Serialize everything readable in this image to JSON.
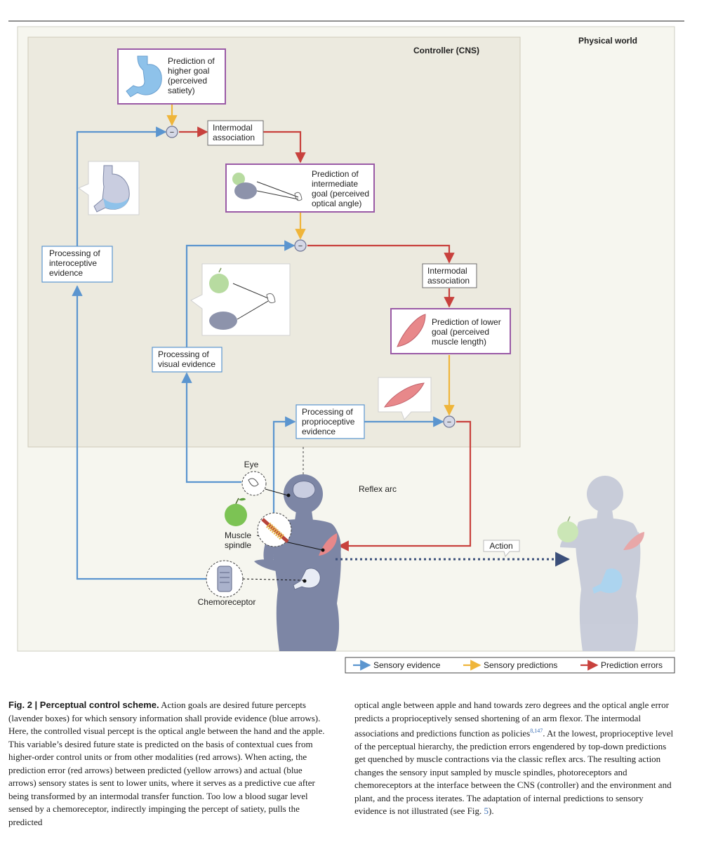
{
  "regions": {
    "physical_world": "Physical world",
    "controller": "Controller (CNS)"
  },
  "boxes": {
    "higher_goal": [
      "Prediction of",
      "higher goal",
      "(perceived",
      "satiety)"
    ],
    "intermodal_1": [
      "Intermodal",
      "association"
    ],
    "intermediate_goal": [
      "Prediction of",
      "intermediate",
      "goal (perceived",
      "optical angle)"
    ],
    "interoceptive": [
      "Processing of",
      "interoceptive",
      "evidence"
    ],
    "intermodal_2": [
      "Intermodal",
      "association"
    ],
    "lower_goal": [
      "Prediction of lower",
      "goal (perceived",
      "muscle length)"
    ],
    "visual": [
      "Processing of",
      "visual evidence"
    ],
    "proprioceptive": [
      "Processing of",
      "proprioceptive",
      "evidence"
    ]
  },
  "labels": {
    "eye": "Eye",
    "reflex_arc": "Reflex arc",
    "muscle_spindle": [
      "Muscle",
      "spindle"
    ],
    "chemoreceptor": "Chemoreceptor",
    "action": "Action",
    "comparator_symbol": "−"
  },
  "legend": {
    "sensory_evidence": "Sensory evidence",
    "sensory_predictions": "Sensory predictions",
    "prediction_errors": "Prediction errors"
  },
  "colors": {
    "sensory_evidence": "#5b95cf",
    "sensory_predictions": "#efb53a",
    "prediction_errors": "#c8413d",
    "goal_box_border": "#9a5aa6",
    "controller_bg": "#eceadf",
    "body": "#7d86a5"
  },
  "caption": {
    "fig_label": "Fig. 2 | Perceptual control scheme.",
    "left": "Action goals are desired future percepts (lavender boxes) for which sensory information shall provide evidence (blue arrows). Here, the controlled visual percept is the optical angle between the hand and the apple. This variable’s desired future state is predicted on the basis of contextual cues from higher-order control units or from other modalities (red arrows). When acting, the prediction error (red arrows) between predicted (yellow arrows) and actual (blue arrows) sensory states is sent to lower units, where it serves as a predictive cue after being transformed by an intermodal transfer function. Too low a blood sugar level sensed by a chemoreceptor, indirectly impinging the percept of satiety, pulls the predicted",
    "right_before_sup": "optical angle between apple and hand towards zero degrees and the optical angle error predicts a proprioceptively sensed shortening of an arm flexor. The intermodal associations and predictions function as policies",
    "right_sup": "8,147",
    "right_middle": ". At the lowest, proprioceptive level of the perceptual hierarchy, the prediction errors engendered by top-down predictions get quenched by muscle contractions via the classic reflex arcs. The resulting action changes the sensory input sampled by muscle spindles, photoreceptors and chemoreceptors at the interface between the CNS (controller) and the environment and plant, and the process iterates. The adaptation of internal predictions to sensory evidence is not illustrated (see Fig. ",
    "right_ref": "5",
    "right_end": ")."
  }
}
